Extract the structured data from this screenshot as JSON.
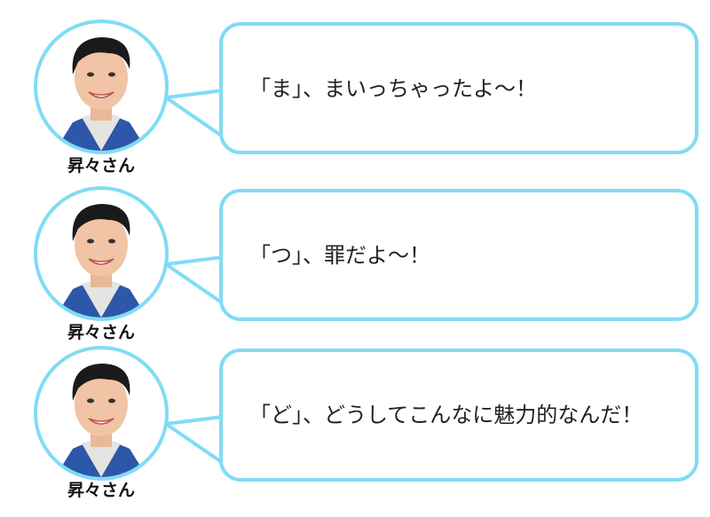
{
  "accent_color": "#7fdcf5",
  "messages": [
    {
      "speaker": "昇々さん",
      "avatar_icon": "person-portrait-icon",
      "text": "「ま」、まいっちゃったよ～！"
    },
    {
      "speaker": "昇々さん",
      "avatar_icon": "person-portrait-icon",
      "text": "「つ」、罪だよ～！"
    },
    {
      "speaker": "昇々さん",
      "avatar_icon": "person-portrait-icon",
      "text": "「ど」、どうしてこんなに魅力的なんだ！"
    }
  ]
}
